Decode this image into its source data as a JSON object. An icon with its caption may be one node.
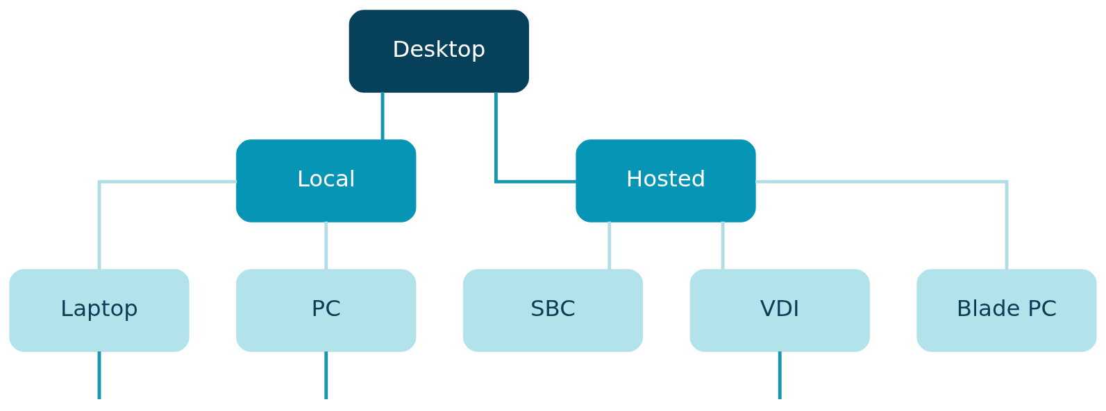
{
  "diagram": {
    "nodes": [
      {
        "text": [
          "Desktop"
        ]
      },
      {
        "text": [
          "Local"
        ]
      },
      {
        "text": [
          "Hosted"
        ]
      },
      {
        "text": [
          "Laptop"
        ]
      },
      {
        "text": [
          "PC"
        ]
      },
      {
        "text": [
          "SBC"
        ]
      },
      {
        "text": [
          "VDI"
        ]
      },
      {
        "text": [
          "Blade PC"
        ]
      }
    ],
    "edges": [
      {
        "from": 0,
        "to": 1,
        "arrow": "none",
        "color": "#1796ae"
      },
      {
        "from": 0,
        "to": 2,
        "arrow": "none",
        "color": "#1796ae"
      },
      {
        "from": 1,
        "to": 3,
        "arrow": "none",
        "color": "#b3dde4"
      },
      {
        "from": 1,
        "to": 4,
        "arrow": "none",
        "color": "#b3dde4"
      },
      {
        "from": 2,
        "to": 5,
        "arrow": "none",
        "color": "#b3dde4"
      },
      {
        "from": 2,
        "to": 6,
        "arrow": "none",
        "color": "#b3dde4"
      },
      {
        "from": 2,
        "to": 7,
        "arrow": "none",
        "color": "#b3dde4"
      },
      {
        "from": 3,
        "to": null,
        "arrow": "none",
        "color": "#1796ae"
      },
      {
        "from": 4,
        "to": null,
        "arrow": "none",
        "color": "#1796ae"
      },
      {
        "from": 6,
        "to": null,
        "arrow": "none",
        "color": "#1796ae"
      }
    ]
  }
}
